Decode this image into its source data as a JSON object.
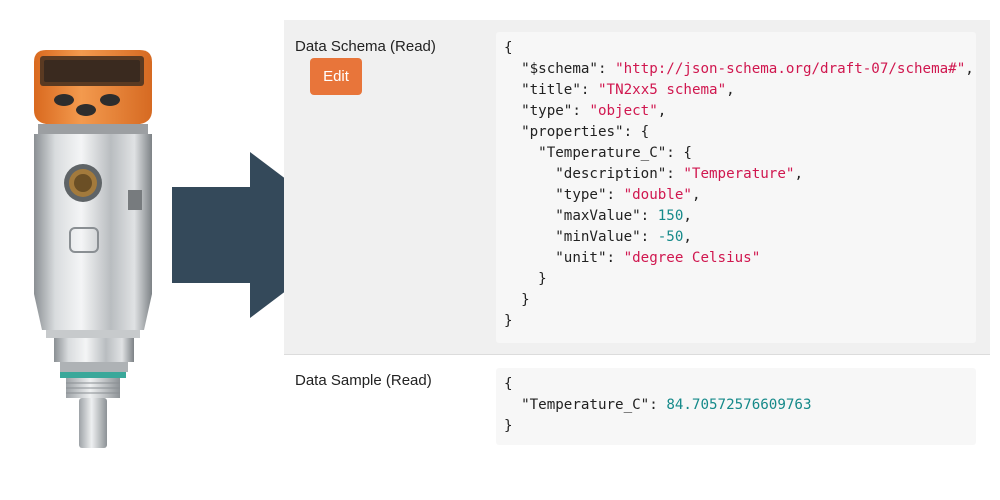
{
  "schema_panel": {
    "label": "Data Schema (Read)",
    "edit_label": "Edit",
    "code": {
      "open": "{",
      "schema_key": "\"$schema\"",
      "schema_val": "\"http://json-schema.org/draft-07/schema#\"",
      "title_key": "\"title\"",
      "title_val": "\"TN2xx5 schema\"",
      "type_key": "\"type\"",
      "type_val": "\"object\"",
      "properties_key": "\"properties\"",
      "temp_key": "\"Temperature_C\"",
      "description_key": "\"description\"",
      "description_val": "\"Temperature\"",
      "temp_type_key": "\"type\"",
      "temp_type_val": "\"double\"",
      "max_key": "\"maxValue\"",
      "max_val": "150",
      "min_key": "\"minValue\"",
      "min_val": "-50",
      "unit_key": "\"unit\"",
      "unit_val": "\"degree Celsius\"",
      "close": "}"
    }
  },
  "sample_panel": {
    "label": "Data Sample (Read)",
    "code": {
      "open": "{",
      "temp_key": "\"Temperature_C\"",
      "temp_val": "84.70572576609763",
      "close": "}"
    }
  },
  "colors": {
    "edit_button": "#e8753a",
    "string_value": "#d0174f",
    "number_value": "#168a8a",
    "arrow": "#34495a",
    "sensor_head": "#ef8533"
  }
}
